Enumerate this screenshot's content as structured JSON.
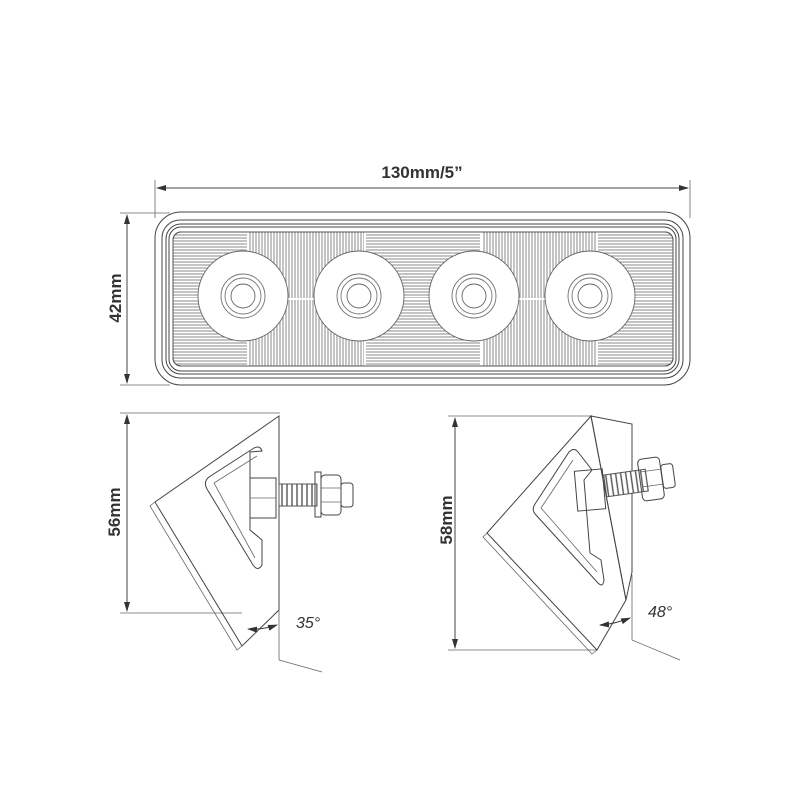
{
  "dimensions": {
    "width": "130mm/5”",
    "height": "42mm",
    "bracket_35_height": "56mm",
    "bracket_48_height": "58mm",
    "angle_left": "35°",
    "angle_right": "48°"
  },
  "colors": {
    "line": "#444444",
    "hatch": "#9a9a9a"
  }
}
